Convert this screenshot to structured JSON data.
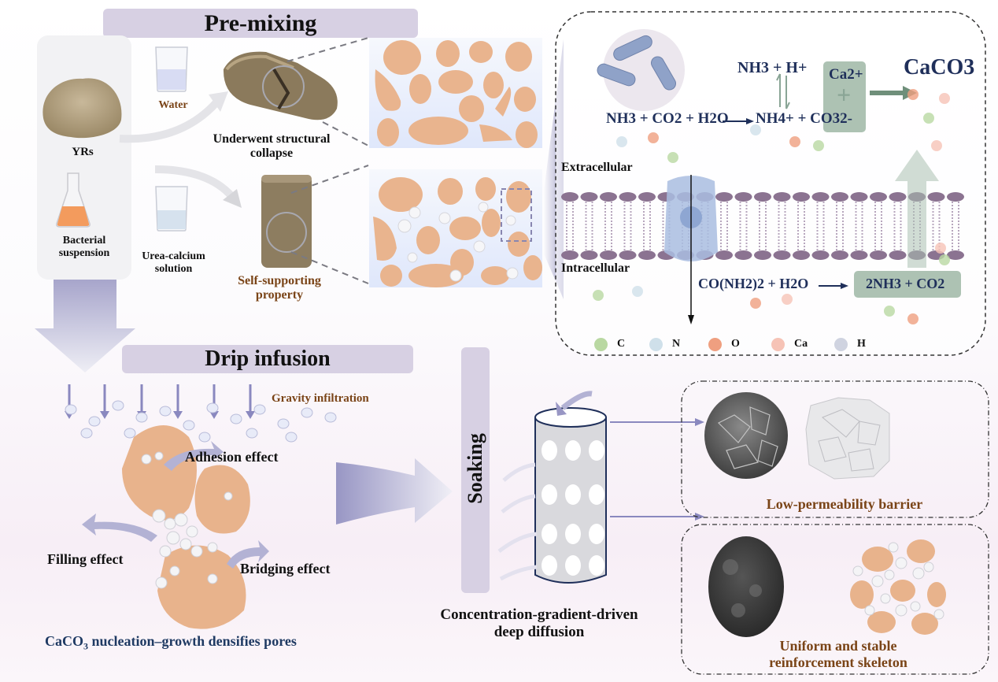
{
  "sections": {
    "premixing": {
      "title": "Pre-mixing",
      "materials": [
        "YRs",
        "Bacterial suspension"
      ],
      "water_label": "Water",
      "urea_label": "Urea-calcium solution",
      "collapse_label": "Underwent structural collapse",
      "selfsupport_label": "Self-supporting property"
    },
    "mechanism": {
      "eq_top": "NH3 + H+",
      "eq_ca": "Ca2+",
      "eq_product": "CaCO3",
      "eq_left": "NH3 + CO2 + H2O",
      "eq_right": "NH4+ + CO32-",
      "extracellular": "Extracellular",
      "intracellular": "Intracellular",
      "eq_urea_left": "CO(NH2)2 + H2O",
      "eq_urea_right": "2NH3 + CO2",
      "legend": [
        {
          "symbol": "C",
          "color": "#b9d8a2"
        },
        {
          "symbol": "N",
          "color": "#cfe0ea"
        },
        {
          "symbol": "O",
          "color": "#ef9f80"
        },
        {
          "symbol": "Ca",
          "color": "#f6c3b6"
        },
        {
          "symbol": "H",
          "color": "#cfd3e0"
        }
      ]
    },
    "drip": {
      "title": "Drip infusion",
      "gravity": "Gravity infiltration",
      "adhesion": "Adhesion effect",
      "filling": "Filling effect",
      "bridging": "Bridging effect",
      "caption_prefix": "CaCO",
      "caption_sub": "3",
      "caption_suffix": " nucleation–growth densifies pores"
    },
    "soaking": {
      "title": "Soaking",
      "diffusion_line1": "Concentration-gradient-driven",
      "diffusion_line2": "deep diffusion",
      "barrier": "Low-permeability barrier",
      "skeleton_line1": "Uniform and stable",
      "skeleton_line2": "reinforcement skeleton"
    }
  },
  "colors": {
    "banner": "#d7d0e3",
    "particle": "#e9b48e",
    "brown_text": "#7a4417",
    "navy_text": "#1f3a63",
    "arrow": "#9a98c4"
  }
}
